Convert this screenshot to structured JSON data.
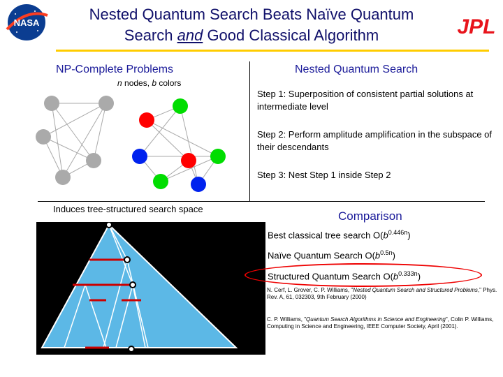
{
  "header": {
    "title_line1": "Nested Quantum Search Beats Naïve Quantum",
    "title_line2_pre": "Search ",
    "title_line2_and": "and",
    "title_line2_post": " Good Classical Algorithm",
    "nasa_logo_text": "NASA",
    "jpl_logo_text": "JPL",
    "rule_color": "#ffcc00",
    "title_color": "#10106a"
  },
  "left": {
    "heading": "NP-Complete Problems",
    "nodes_label_n": "n",
    "nodes_label_mid": " nodes, ",
    "nodes_label_b": "b",
    "nodes_label_end": " colors",
    "tree_label": "Induces tree-structured search space",
    "node_colors": {
      "gray": "#aaaaaa",
      "red": "#ff0000",
      "green": "#00dd00",
      "blue": "#0022ee"
    }
  },
  "right": {
    "heading": "Nested Quantum Search",
    "step1": "Step 1: Superposition of consistent partial solutions at intermediate level",
    "step2": "Step 2: Perform amplitude amplification in the subspace of their descendants",
    "step3": "Step 3: Nest Step 1 inside Step 2"
  },
  "comparison": {
    "heading": "Comparison",
    "rows": [
      {
        "prefix": "Best classical tree search O(",
        "base": "b",
        "exp": "0.446n",
        "suffix": ")"
      },
      {
        "prefix": "Naïve Quantum Search O(",
        "base": "b",
        "exp": "0.5n",
        "suffix": ")"
      },
      {
        "prefix": "Structured Quantum Search O(",
        "base": "b",
        "exp": "0.333n",
        "suffix": ")"
      }
    ],
    "highlight_color": "#ee0000",
    "refs": [
      {
        "authors": "N. Cerf, L. Grover, C. P. Williams, \"",
        "title": "Nested Quantum Search and Structured Problems",
        "rest": ",\" Phys. Rev. A, 61, 032303, 9th February (2000)"
      },
      {
        "authors": "C. P. Williams, \"",
        "title": "Quantum Search Algorithms in Science and Engineering",
        "rest": "\", Colin P. Williams, Computing in Science and Engineering, IEEE Computer Society, April (2001)."
      }
    ]
  },
  "tree": {
    "background": "#000000",
    "triangle_color": "#5cb8e6",
    "edge_color": "#ffffff",
    "level_color": "#cc0000"
  }
}
